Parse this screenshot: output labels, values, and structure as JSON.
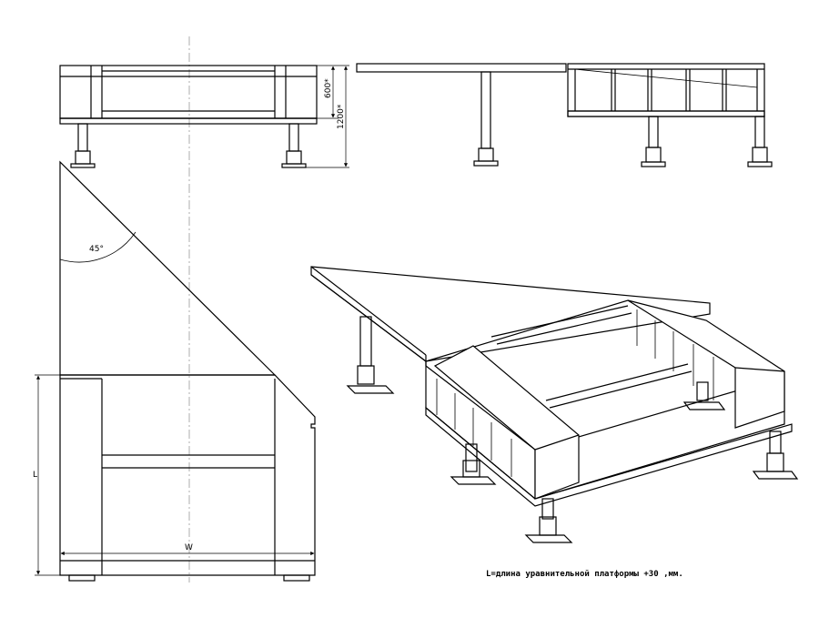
{
  "labels": {
    "angle": "45°",
    "dim_600": "600*",
    "dim_1200": "1200*",
    "length": "L",
    "width": "W",
    "footnote": "L=длина уравнительной платформы +30 ,мм."
  }
}
